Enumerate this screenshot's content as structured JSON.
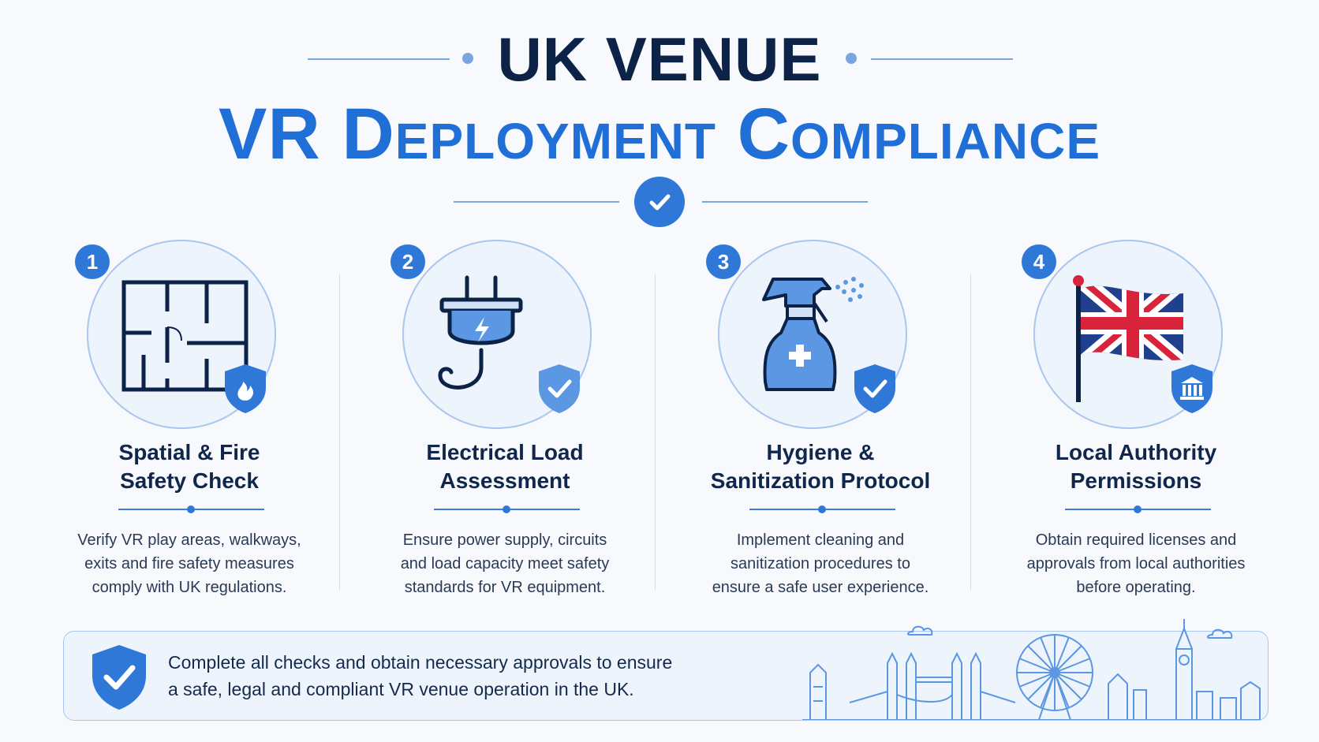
{
  "title": {
    "line1": "UK VENUE",
    "line2": "VR Deployment Compliance"
  },
  "steps": [
    {
      "number": "1",
      "title": "Spatial & Fire Safety Check",
      "title_line1": "Spatial & Fire",
      "title_line2": "Safety Check",
      "desc_line1": "Verify VR play areas, walkways,",
      "desc_line2": "exits and fire safety measures",
      "desc_line3": "comply with UK regulations.",
      "icon": "floor-plan-icon",
      "badge_icon": "fire-shield-icon"
    },
    {
      "number": "2",
      "title": "Electrical Load Assessment",
      "title_line1": "Electrical Load",
      "title_line2": "Assessment",
      "desc_line1": "Ensure power supply, circuits",
      "desc_line2": "and load capacity meet safety",
      "desc_line3": "standards for VR equipment.",
      "icon": "power-plug-icon",
      "badge_icon": "check-shield-icon"
    },
    {
      "number": "3",
      "title": "Hygiene & Sanitization Protocol",
      "title_line1": "Hygiene &",
      "title_line2": "Sanitization Protocol",
      "desc_line1": "Implement cleaning and",
      "desc_line2": "sanitization procedures to",
      "desc_line3": "ensure a safe user experience.",
      "icon": "spray-bottle-icon",
      "badge_icon": "check-shield-icon"
    },
    {
      "number": "4",
      "title": "Local Authority Permissions",
      "title_line1": "Local Authority",
      "title_line2": "Permissions",
      "desc_line1": "Obtain required licenses and",
      "desc_line2": "approvals from local authorities",
      "desc_line3": "before operating.",
      "icon": "uk-flag-icon",
      "badge_icon": "government-building-shield-icon"
    }
  ],
  "footer": {
    "line1": "Complete all checks and obtain necessary approvals to ensure",
    "line2": "a safe, legal and compliant VR venue operation in the UK.",
    "icon": "check-shield-icon",
    "illustration": "london-skyline-icon"
  },
  "colors": {
    "primary": "#2f78d8",
    "title_blue": "#1f6fd6",
    "navy": "#0c2247",
    "light_bg": "#eef4fc",
    "flag_red": "#d8233a"
  }
}
